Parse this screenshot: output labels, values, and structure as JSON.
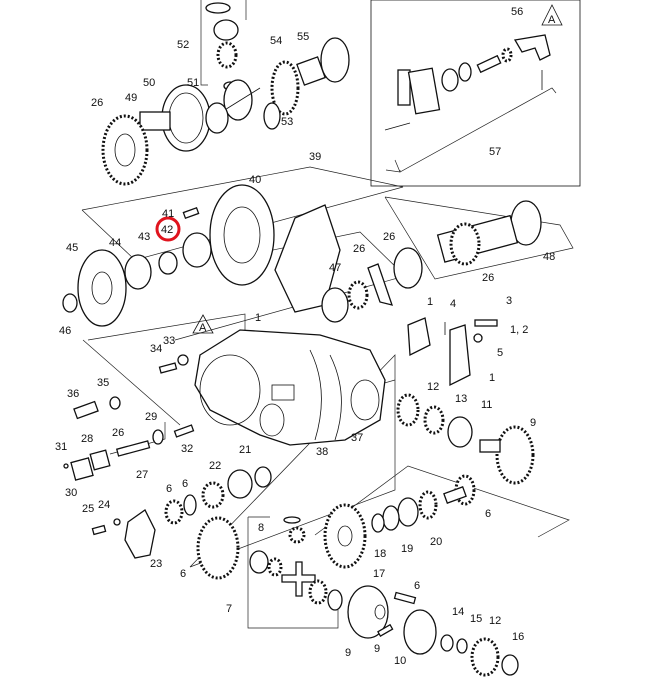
{
  "diagram": {
    "title": "Exploded parts diagram - transfer gearbox",
    "highlight_color": "#e0141e",
    "highlighted_part": "42",
    "detail_marker": "A",
    "labels": {
      "l52": "52",
      "l55": "55",
      "l54": "54",
      "l56": "56",
      "l50": "50",
      "l51": "51",
      "l26a": "26",
      "l49": "49",
      "l53": "53",
      "l57": "57",
      "l39": "39",
      "l40": "40",
      "l41": "41",
      "l42": "42",
      "l43": "43",
      "l44": "44",
      "l45": "45",
      "l46": "46",
      "l48": "48",
      "l26b": "26",
      "l26c": "26",
      "l47": "47",
      "l26d": "26",
      "l1a": "1",
      "l4": "4",
      "l3": "3",
      "l12b": "1, 2",
      "l1b": "1",
      "l33": "33",
      "l34": "34",
      "l5": "5",
      "l1c": "1",
      "l35": "35",
      "l36": "36",
      "l12": "12",
      "l13": "13",
      "l11": "11",
      "l29": "29",
      "l26e": "26",
      "l32": "32",
      "l28": "28",
      "l31": "31",
      "l9a": "9",
      "l37": "37",
      "l21": "21",
      "l38": "38",
      "l22": "22",
      "l30": "30",
      "l27": "27",
      "l6a": "6",
      "l6b": "6",
      "l6c": "6",
      "l25": "25",
      "l24": "24",
      "l20": "20",
      "l8": "8",
      "l18": "18",
      "l19": "19",
      "l17": "17",
      "l23": "23",
      "l6d": "6",
      "l7": "7",
      "l6e": "6",
      "l14": "14",
      "l15": "15",
      "l12c": "12",
      "l9b": "9",
      "l9c": "9",
      "l10": "10",
      "l16": "16"
    }
  }
}
